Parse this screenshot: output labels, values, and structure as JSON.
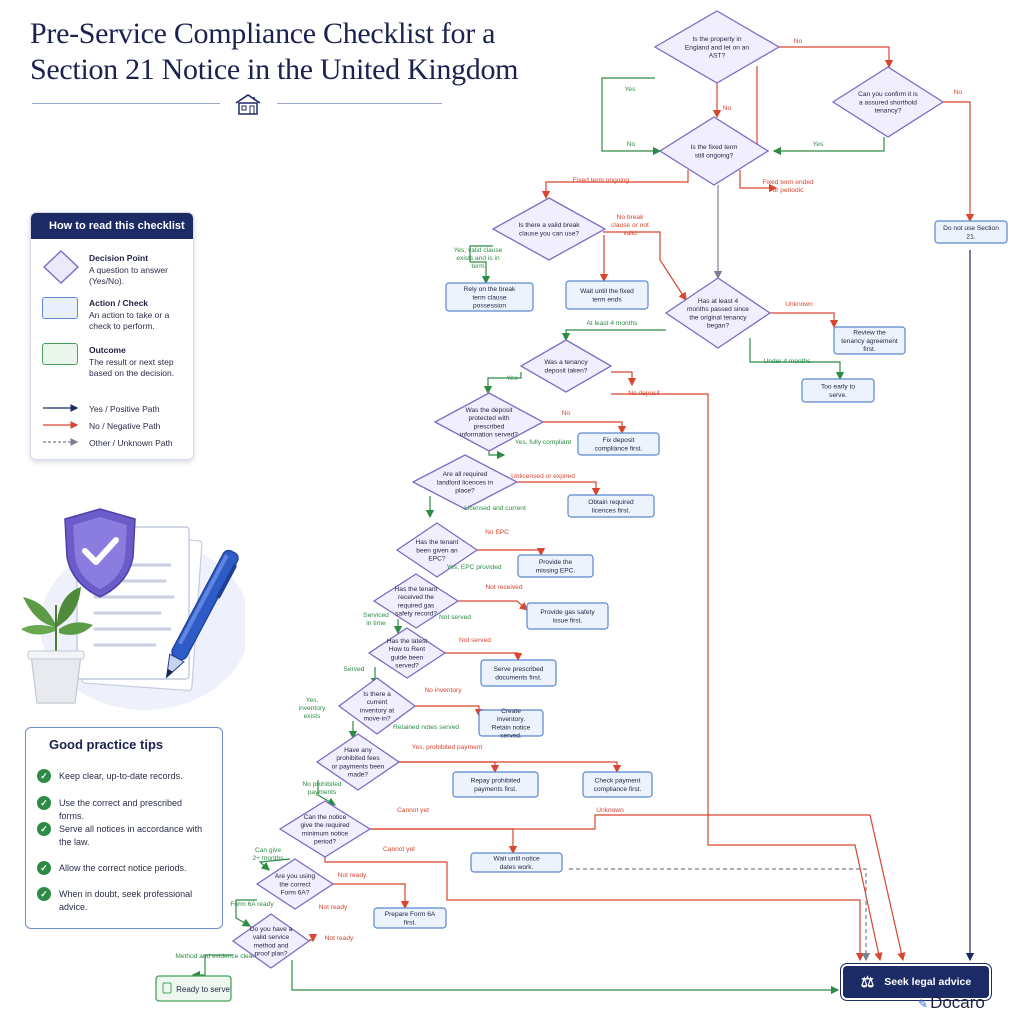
{
  "title": "Pre-Service Compliance Checklist for a Section 21 Notice in the United Kingdom",
  "icon": "house-icon",
  "legend": {
    "heading": "How to read this checklist",
    "items": [
      {
        "title": "Decision Point",
        "desc": "A question to answer (Yes/No)."
      },
      {
        "title": "Action / Check",
        "desc": "An action to take or a check to perform."
      },
      {
        "title": "Outcome",
        "desc": "The result or next step based on the decision."
      }
    ],
    "lines": [
      "Yes / Positive Path",
      "No / Negative Path",
      "Other / Unknown Path"
    ]
  },
  "tips": {
    "title": "Good practice tips",
    "items": [
      "Keep clear, up-to-date records.",
      "Use the correct and prescribed forms.",
      "Serve all notices in accordance with the law.",
      "Allow the correct notice periods.",
      "When in doubt, seek professional advice."
    ]
  },
  "colors": {
    "navy": "#1c2a66",
    "yes": "#2e8b45",
    "no": "#d9452f",
    "other": "#7a7f90",
    "decision": "#7b6cc4",
    "action": "#5b86d1",
    "outcome": "#46a358"
  },
  "nodes": {
    "d_ast": "Is the property in England and let on an AST?",
    "d_confirm": "Can you confirm it is a assured shorthold tenancy?",
    "d_fixed": "Is the fixed term still ongoing?",
    "d_break": "Is there a valid break clause you can use?",
    "a_break": "Rely on the break term clause possession",
    "a_wait": "Wait until the fixed term ends",
    "d_4months": "Has at least 4 months passed since the original tenancy began?",
    "a_review": "Review the tenancy agreement first.",
    "a_early": "Too early to serve.",
    "a_no_s21": "Do not use Section 21.",
    "d_deposit": "Was a tenancy deposit taken?",
    "d_protected": "Was the deposit protected with prescribed information served?",
    "a_fix_deposit": "Fix deposit compliance first.",
    "d_licences": "Are all required landlord licences in place?",
    "a_licences": "Obtain required licences first.",
    "d_epc": "Has the tenant been given an EPC?",
    "a_epc": "Provide the missing EPC.",
    "d_gas": "Has the tenant received the required gas safety record?",
    "a_gas": "Provide gas safety issue first.",
    "d_howto": "Has the latest How to Rent guide been served?",
    "a_howto": "Serve prescribed documents first.",
    "d_inventory": "Is there a current inventory at move-in?",
    "a_inventory": "Create inventory. Retain notice served.",
    "d_prohibited": "Have any prohibited fees or payments been made?",
    "a_repay": "Repay prohibited payments first.",
    "a_check_payment": "Check payment compliance first.",
    "d_notice_period": "Can the notice give the required minimum notice period?",
    "a_wait_dates": "Wait until notice dates work.",
    "d_form6a": "Are you using the correct Form 6A?",
    "a_form6a": "Prepare Form 6A first.",
    "d_service": "Do you have a valid service method and proof plan?",
    "o_ready": "Ready to serve",
    "o_seek": "Seek legal advice"
  },
  "edges": {
    "ast_no": "No",
    "ast_yes": "Yes",
    "ast_no2": "No",
    "confirm_no": "No",
    "confirm_yes": "Yes",
    "fixed_ongoing": "Fixed term ongoing",
    "fixed_ended": "Fixed term ended or periodic",
    "break_yes": "Yes, valid clause exists and is in term",
    "break_no": "No break clause or not valid",
    "unknown": "Unknown",
    "four_yes": "At least 4 months",
    "four_no": "Under 4 months",
    "dep_yes": "Yes",
    "dep_no": "No deposit",
    "prot_no": "No",
    "prot_yes": "Yes, fully compliant",
    "lic_no": "Unlicensed or expired",
    "lic_yes": "Licensed and current",
    "epc_no": "No EPC",
    "epc_yes": "Yes, EPC provided",
    "gas_no": "Not received",
    "gas_no2": "Not served",
    "gas_yes": "Serviced in time",
    "how_no": "Not served",
    "how_yes": "Served",
    "inv_no": "No inventory",
    "inv_yes": "Yes, inventory exists",
    "inv_note": "Retained notes served",
    "pro_yes": "Yes, prohibited payment",
    "pro_no": "No prohibited payments",
    "np_no": "Cannot yet",
    "np_no2": "Cannot yet",
    "np_unknown": "Unknown",
    "np_yes": "Can give 2+ months",
    "f6_no": "Not ready",
    "f6_no2": "Not ready",
    "f6_yes": "Form 6A ready",
    "svc_no": "Not ready",
    "svc_yes": "Method and evidence clear"
  },
  "brand": "Docaro"
}
